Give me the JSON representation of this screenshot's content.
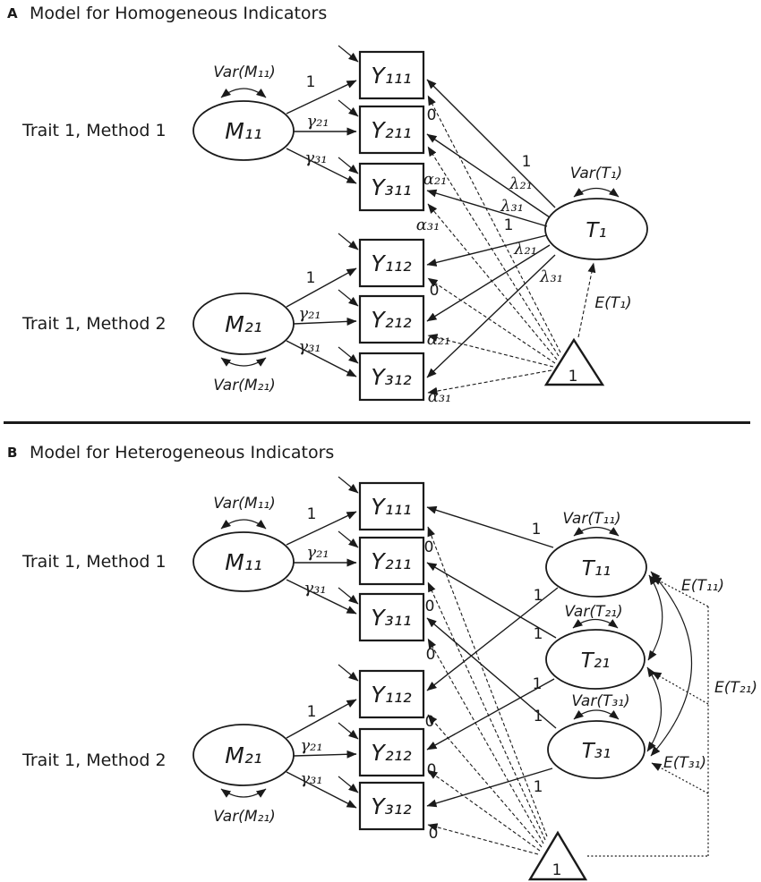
{
  "panel_a": {
    "label": "A",
    "title": "Model for Homogeneous Indicators",
    "trait1": "Trait 1, Method 1",
    "trait2": "Trait 1, Method 2",
    "m11": {
      "name": "M₁₁",
      "var": "Var(M₁₁)"
    },
    "m21": {
      "name": "M₂₁",
      "var": "Var(M₂₁)"
    },
    "t1": {
      "name": "T₁",
      "var": "Var(T₁)",
      "mean": "E(T₁)"
    },
    "const": "1",
    "y": [
      "Y₁₁₁",
      "Y₂₁₁",
      "Y₃₁₁",
      "Y₁₁₂",
      "Y₂₁₂",
      "Y₃₁₂"
    ],
    "m_loadings": [
      "1",
      "γ₂₁",
      "γ₃₁"
    ],
    "t_loadings": [
      "1",
      "λ₂₁",
      "λ₃₁"
    ],
    "intercepts": [
      "0",
      "α₂₁",
      "α₃₁"
    ]
  },
  "panel_b": {
    "label": "B",
    "title": "Model for Heterogeneous Indicators",
    "trait1": "Trait 1, Method 1",
    "trait2": "Trait 1, Method 2",
    "m11": {
      "name": "M₁₁",
      "var": "Var(M₁₁)"
    },
    "m21": {
      "name": "M₂₁",
      "var": "Var(M₂₁)"
    },
    "t11": {
      "name": "T₁₁",
      "var": "Var(T₁₁)",
      "mean": "E(T₁₁)"
    },
    "t21": {
      "name": "T₂₁",
      "var": "Var(T₂₁)",
      "mean": "E(T₂₁)"
    },
    "t31": {
      "name": "T₃₁",
      "var": "Var(T₃₁)",
      "mean": "E(T₃₁)"
    },
    "const": "1",
    "y": [
      "Y₁₁₁",
      "Y₂₁₁",
      "Y₃₁₁",
      "Y₁₁₂",
      "Y₂₁₂",
      "Y₃₁₂"
    ],
    "m_loadings": [
      "1",
      "γ₂₁",
      "γ₃₁"
    ],
    "t_loading": "1",
    "intercept": "0"
  }
}
